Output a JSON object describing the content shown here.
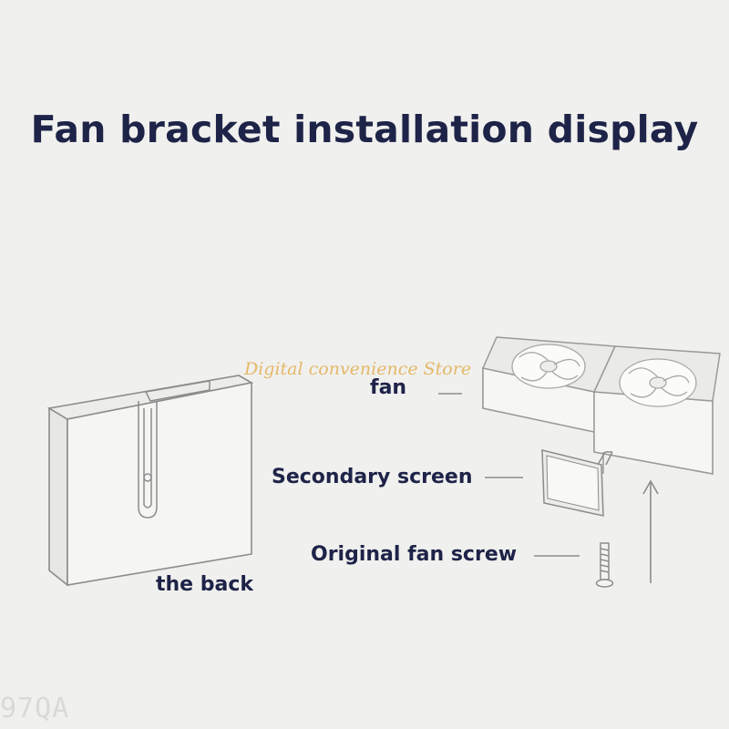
{
  "title": "Fan bracket installation display",
  "watermark": "Digital convenience Store",
  "corner_code": "97QA",
  "labels": {
    "fan": "fan",
    "secondary_screen": "Secondary screen",
    "original_fan_screw": "Original fan screw",
    "the_back": "the back"
  },
  "colors": {
    "text": "#1e2348",
    "line": "#8c8c8c",
    "background": "#f0f0ee",
    "watermark": "#e3b35a"
  }
}
